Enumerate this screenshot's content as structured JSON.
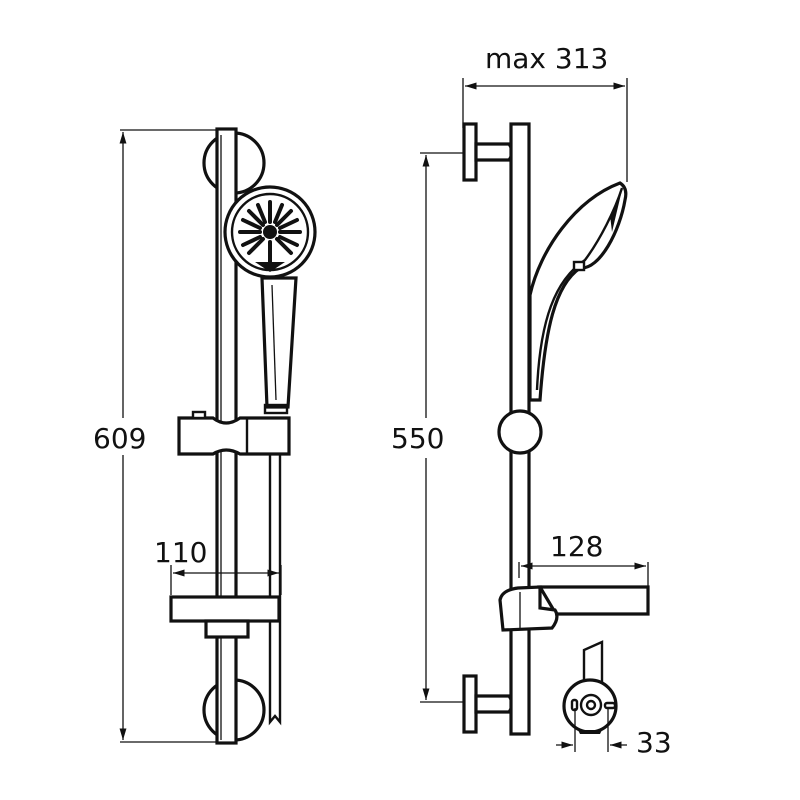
{
  "diagram": {
    "type": "technical-drawing",
    "subject": "shower rail kit with hand shower, front and side elevation",
    "colors": {
      "line": "#111111",
      "background": "#ffffff"
    },
    "views": {
      "front": {
        "dimensions": {
          "overall_height": {
            "label": "609"
          },
          "soap_dish_width": {
            "label": "110"
          }
        }
      },
      "side": {
        "dimensions": {
          "projection": {
            "label": "max 313"
          },
          "bracket_spacing": {
            "label": "550"
          },
          "soap_dish_depth": {
            "label": "128"
          },
          "bracket_diameter": {
            "label": "33"
          }
        }
      }
    }
  }
}
